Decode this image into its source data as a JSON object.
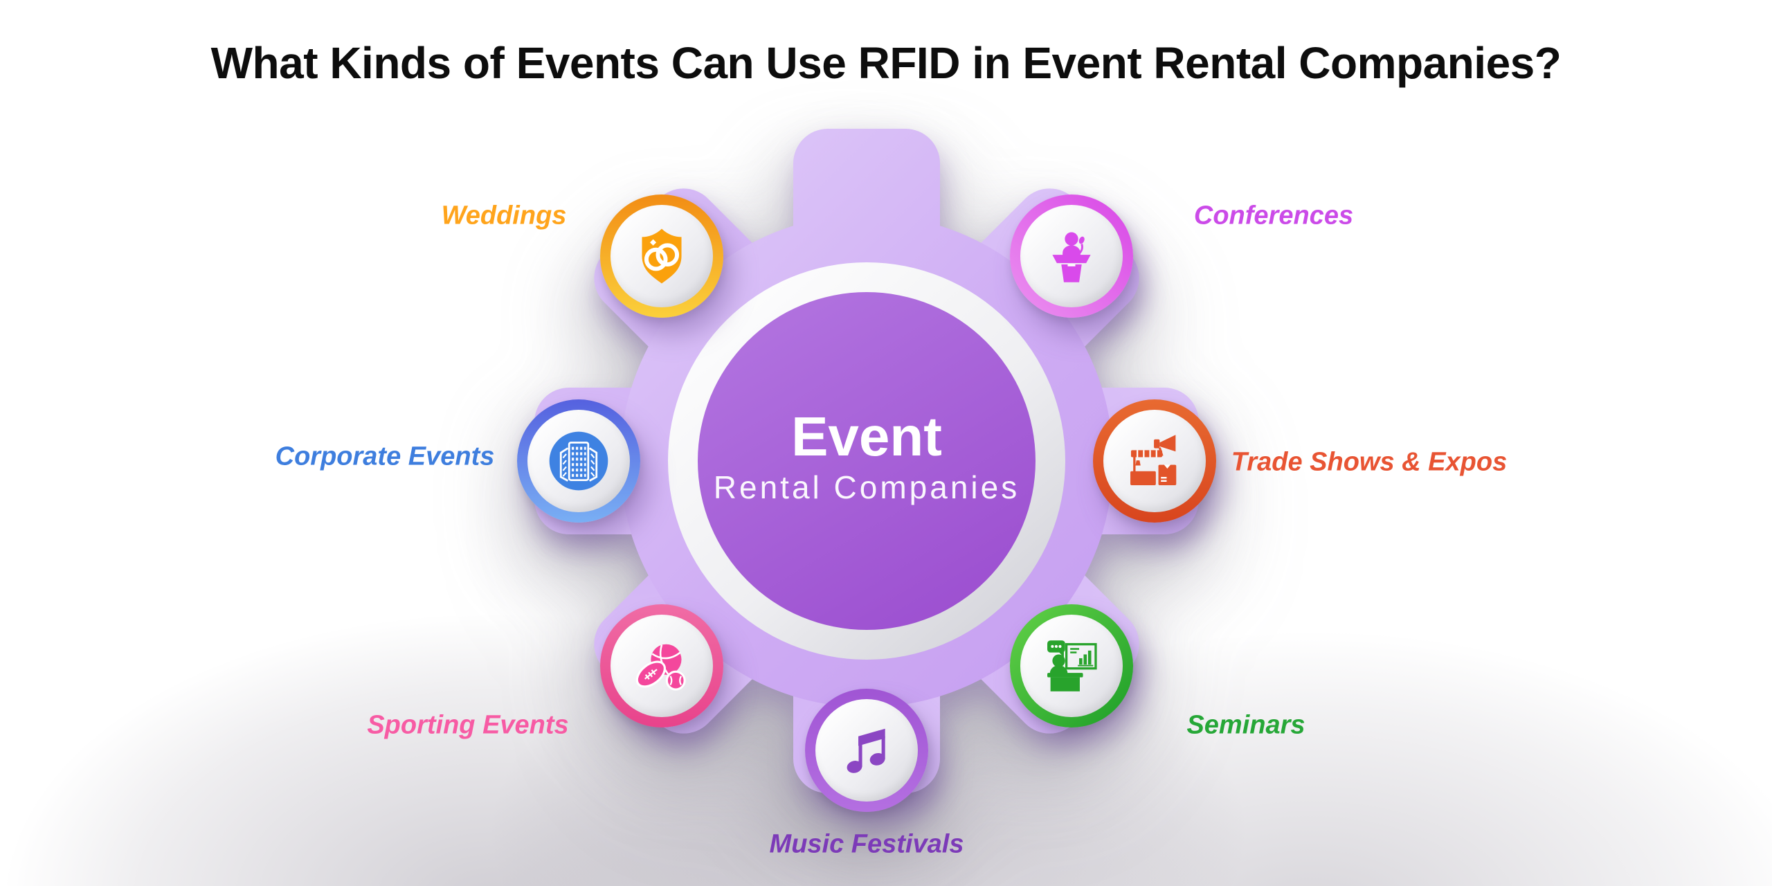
{
  "title": "What Kinds of Events Can Use RFID in Event Rental Companies?",
  "center": {
    "line1": "Event",
    "line2": "Rental Companies"
  },
  "gear": {
    "body_color": "#CDA9F2",
    "white_ring_color": "#FFFFFF",
    "center_circle_color": "#A763D8"
  },
  "nodes": [
    {
      "id": "weddings",
      "label": "Weddings",
      "color": "#FFA41C",
      "ring_color": "#F7A21D",
      "icon": "wedding-rings-shield-icon"
    },
    {
      "id": "conferences",
      "label": "Conferences",
      "color": "#CB4BE8",
      "ring_color": "#D846E6",
      "icon": "speaker-podium-icon"
    },
    {
      "id": "corporate-events",
      "label": "Corporate Events",
      "color": "#3E7EDE",
      "ring_color": "#5F82E6",
      "icon": "office-building-icon"
    },
    {
      "id": "trade-shows",
      "label": "Trade Shows & Expos",
      "color": "#E85433",
      "ring_color": "#E2572A",
      "icon": "exhibition-booth-icon"
    },
    {
      "id": "sporting-events",
      "label": "Sporting Events",
      "color": "#F75BA4",
      "ring_color": "#EC5598",
      "icon": "sports-balls-icon"
    },
    {
      "id": "seminars",
      "label": "Seminars",
      "color": "#26A737",
      "ring_color": "#2FAC33",
      "icon": "presentation-desk-icon"
    },
    {
      "id": "music-festivals",
      "label": "Music Festivals",
      "color": "#7C3AB8",
      "ring_color": "#A85CD8",
      "icon": "music-note-icon"
    }
  ]
}
